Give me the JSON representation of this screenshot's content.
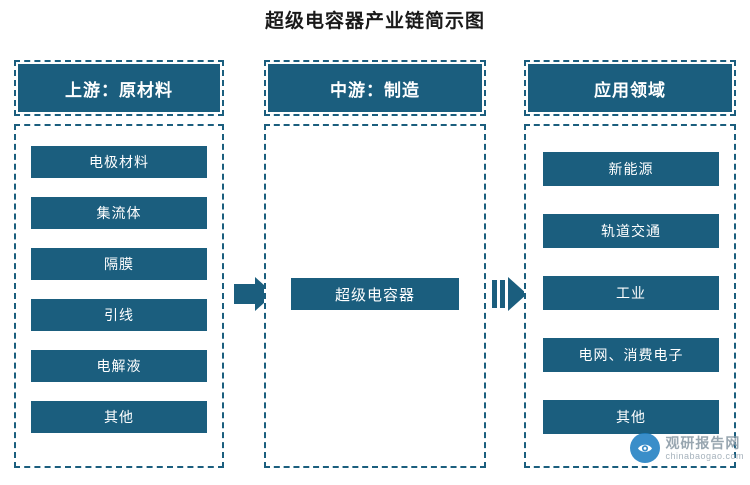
{
  "title": "超级电容器产业链简示图",
  "accent_color": "#1b5e7e",
  "columns": [
    {
      "id": "upstream",
      "header": "上游：原材料",
      "items": [
        "电极材料",
        "集流体",
        "隔膜",
        "引线",
        "电解液",
        "其他"
      ]
    },
    {
      "id": "midstream",
      "header": "中游：制造",
      "items": [
        "超级电容器"
      ]
    },
    {
      "id": "application",
      "header": "应用领域",
      "items": [
        "新能源",
        "轨道交通",
        "工业",
        "电网、消费电子",
        "其他"
      ]
    }
  ],
  "arrows": [
    {
      "id": "arrow-upstream-to-midstream"
    },
    {
      "id": "arrow-midstream-to-application"
    }
  ],
  "watermark": {
    "cn": "观研报告网",
    "en": "chinabaogao.com"
  }
}
